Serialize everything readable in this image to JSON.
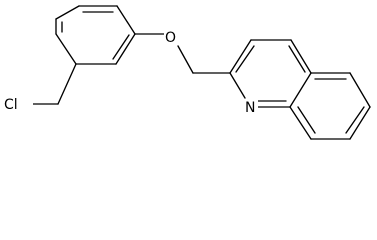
{
  "molecule": {
    "atom_labels": {
      "chlorine": "Cl",
      "oxygen": "O",
      "nitrogen": "N"
    },
    "colors": {
      "bond": "#000000",
      "label": "#000000",
      "background": "#ffffff"
    }
  }
}
